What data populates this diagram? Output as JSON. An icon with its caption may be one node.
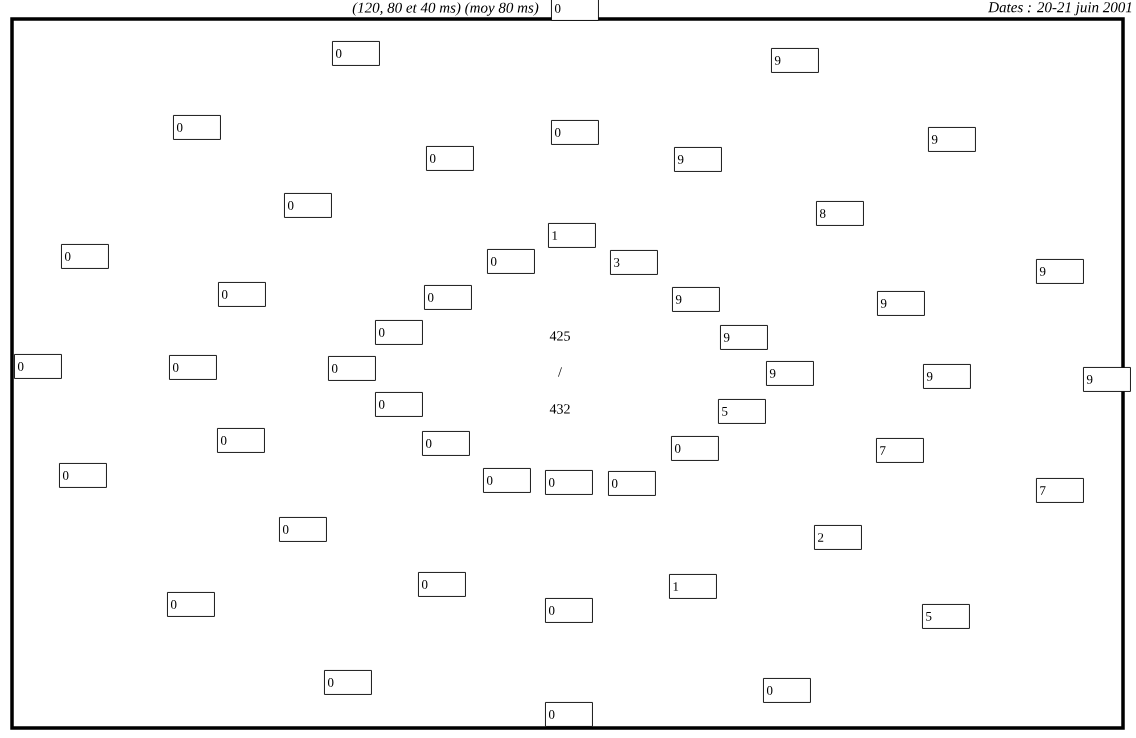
{
  "diagram": {
    "nodes": [
      {
        "text": [
          "0"
        ]
      },
      {
        "text": [
          "0"
        ]
      },
      {
        "text": [
          "9"
        ]
      },
      {
        "text": [
          "0"
        ]
      },
      {
        "text": [
          "0"
        ]
      },
      {
        "text": [
          "9"
        ]
      },
      {
        "text": [
          "0"
        ]
      },
      {
        "text": [
          "9"
        ]
      },
      {
        "text": [
          "0"
        ]
      },
      {
        "text": [
          "8"
        ]
      },
      {
        "text": [
          "1"
        ]
      },
      {
        "text": [
          "0"
        ]
      },
      {
        "text": [
          "0"
        ]
      },
      {
        "text": [
          "3"
        ]
      },
      {
        "text": [
          "9"
        ]
      },
      {
        "text": [
          "0"
        ]
      },
      {
        "text": [
          "0"
        ]
      },
      {
        "text": [
          "9"
        ]
      },
      {
        "text": [
          "9"
        ]
      },
      {
        "text": [
          "0"
        ]
      },
      {
        "text": [
          "9"
        ]
      },
      {
        "text": [
          "0"
        ]
      },
      {
        "text": [
          "0"
        ]
      },
      {
        "text": [
          "0"
        ]
      },
      {
        "text": [
          "9"
        ]
      },
      {
        "text": [
          "9"
        ]
      },
      {
        "text": [
          "9"
        ]
      },
      {
        "text": [
          "0"
        ]
      },
      {
        "text": [
          "5"
        ]
      },
      {
        "text": [
          "0"
        ]
      },
      {
        "text": [
          "0"
        ]
      },
      {
        "text": [
          "0"
        ]
      },
      {
        "text": [
          "7"
        ]
      },
      {
        "text": [
          "0"
        ]
      },
      {
        "text": [
          "0"
        ]
      },
      {
        "text": [
          "0"
        ]
      },
      {
        "text": [
          "0"
        ]
      },
      {
        "text": [
          "0"
        ]
      },
      {
        "text": [
          "2"
        ]
      },
      {
        "text": [
          "0"
        ]
      },
      {
        "text": [
          "1"
        ]
      },
      {
        "text": [
          "0"
        ]
      },
      {
        "text": [
          "0"
        ]
      },
      {
        "text": [
          "5"
        ]
      },
      {
        "text": [
          "0"
        ]
      },
      {
        "text": [
          "0"
        ]
      },
      {
        "text": [
          "0"
        ]
      },
      {
        "text": [
          "7"
        ]
      }
    ],
    "labels": [
      "(120, 80 et 40 ms) (moy 80 ms)",
      "Dates : 20-21 juin 2001",
      "425",
      "/",
      "432"
    ]
  }
}
